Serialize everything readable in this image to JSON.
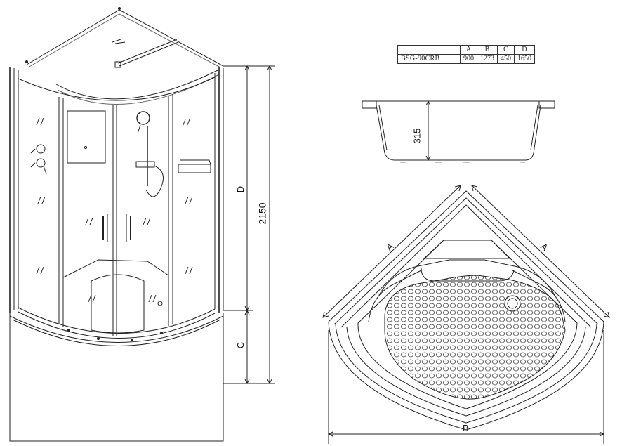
{
  "spec_table": {
    "headers": [
      "",
      "A",
      "B",
      "C",
      "D"
    ],
    "row": [
      "BSG-90CRB",
      "900",
      "1273",
      "450",
      "1650"
    ]
  },
  "dimensions": {
    "total_height": "2150",
    "d_label": "D",
    "c_label": "C",
    "tray_depth": "315",
    "side_a_left": "A",
    "side_a_right": "A",
    "width_b": "B"
  },
  "colors": {
    "line": "#222222",
    "light_line": "#888888",
    "background": "#ffffff"
  }
}
